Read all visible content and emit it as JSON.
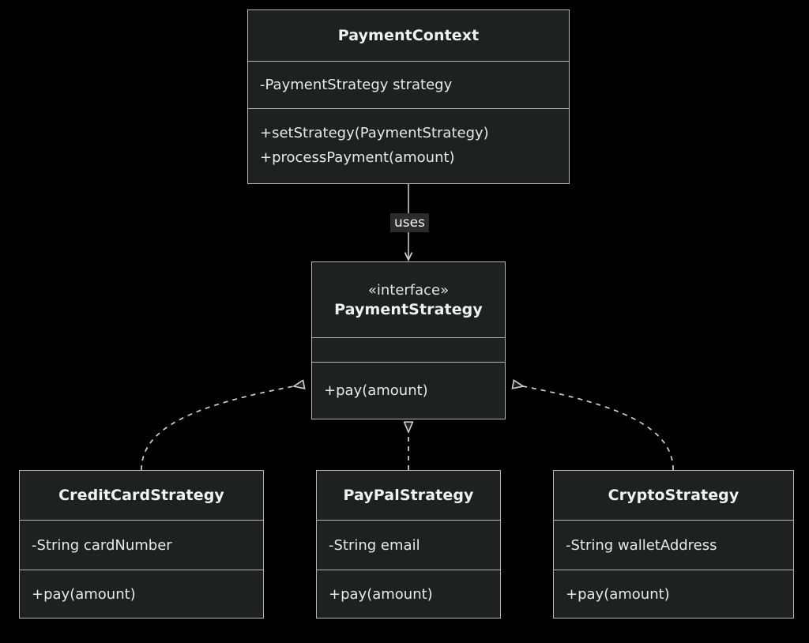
{
  "diagram": {
    "kind": "uml-class-diagram",
    "pattern": "Strategy",
    "background_color": "#000000",
    "box_fill_color": "#1f2020",
    "border_color": "#b5b5b5",
    "text_color": "#e9e9e9"
  },
  "classes": {
    "context": {
      "name": "PaymentContext",
      "stereotype": "",
      "attributes": [
        "-PaymentStrategy strategy"
      ],
      "methods": [
        "+setStrategy(PaymentStrategy)",
        "+processPayment(amount)"
      ]
    },
    "strategy_interface": {
      "name": "PaymentStrategy",
      "stereotype": "«interface»",
      "attributes": [],
      "methods": [
        "+pay(amount)"
      ]
    },
    "credit_card": {
      "name": "CreditCardStrategy",
      "stereotype": "",
      "attributes": [
        "-String cardNumber"
      ],
      "methods": [
        "+pay(amount)"
      ]
    },
    "paypal": {
      "name": "PayPalStrategy",
      "stereotype": "",
      "attributes": [
        "-String email"
      ],
      "methods": [
        "+pay(amount)"
      ]
    },
    "crypto": {
      "name": "CryptoStrategy",
      "stereotype": "",
      "attributes": [
        "-String walletAddress"
      ],
      "methods": [
        "+pay(amount)"
      ]
    }
  },
  "relationships": [
    {
      "id": "uses",
      "label": "uses",
      "from": "PaymentContext",
      "to": "PaymentStrategy",
      "style": "solid",
      "arrowhead": "open"
    },
    {
      "id": "realize-creditcard",
      "label": "",
      "from": "CreditCardStrategy",
      "to": "PaymentStrategy",
      "style": "dashed",
      "arrowhead": "hollow-triangle"
    },
    {
      "id": "realize-paypal",
      "label": "",
      "from": "PayPalStrategy",
      "to": "PaymentStrategy",
      "style": "dashed",
      "arrowhead": "hollow-triangle"
    },
    {
      "id": "realize-crypto",
      "label": "",
      "from": "CryptoStrategy",
      "to": "PaymentStrategy",
      "style": "dashed",
      "arrowhead": "hollow-triangle"
    }
  ]
}
